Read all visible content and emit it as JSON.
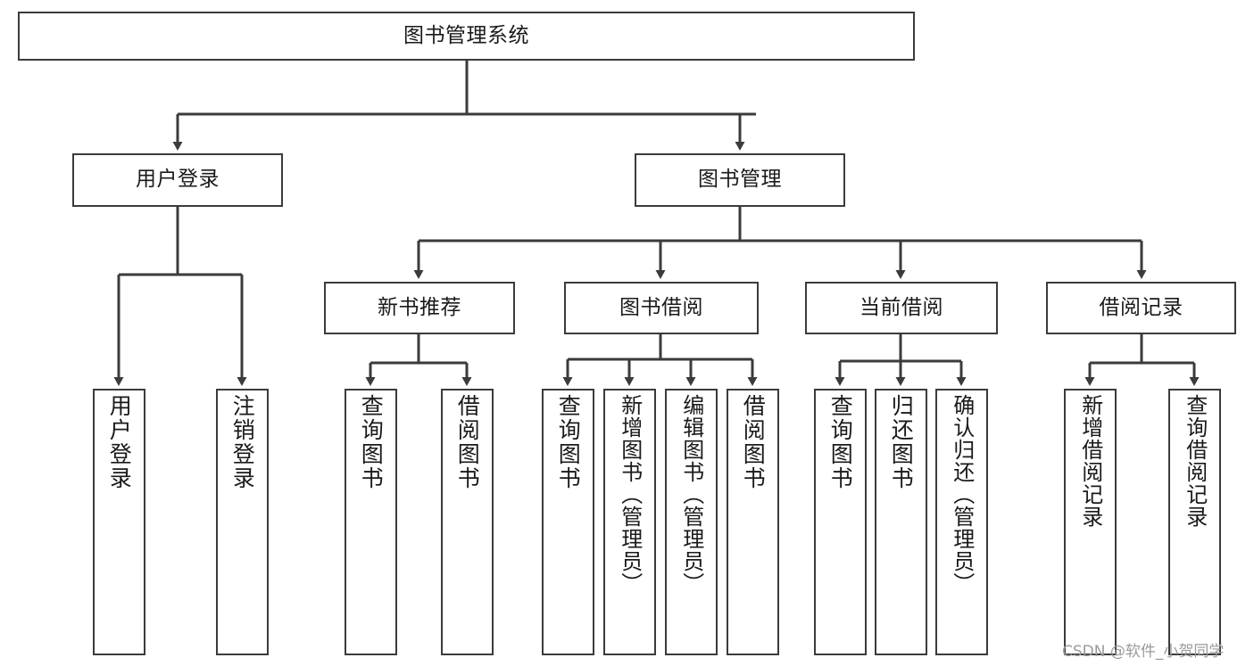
{
  "diagram": {
    "title": "图书管理系统",
    "watermark": "CSDN @软件_小贺同学",
    "stroke_color": "#3b3b3b",
    "background_color": "#ffffff",
    "text_color": "#1a1a1a"
  },
  "nodes": {
    "root": {
      "label": "图书管理系统"
    },
    "level2": [
      {
        "label": "用户登录"
      },
      {
        "label": "图书管理"
      }
    ],
    "level3": [
      {
        "label": "新书推荐"
      },
      {
        "label": "图书借阅"
      },
      {
        "label": "当前借阅"
      },
      {
        "label": "借阅记录"
      }
    ],
    "leaves": {
      "user_login": [
        {
          "label": "用户登录"
        },
        {
          "label": "注销登录"
        }
      ],
      "new_book": [
        {
          "label": "查询图书"
        },
        {
          "label": "借阅图书"
        }
      ],
      "book_borrow": [
        {
          "label": "查询图书"
        },
        {
          "label": "新增图书（管理员）"
        },
        {
          "label": "编辑图书（管理员）"
        },
        {
          "label": "借阅图书"
        }
      ],
      "current_borrow": [
        {
          "label": "查询图书"
        },
        {
          "label": "归还图书"
        },
        {
          "label": "确认归还（管理员）"
        }
      ],
      "borrow_record": [
        {
          "label": "新增借阅记录"
        },
        {
          "label": "查询借阅记录"
        }
      ]
    }
  }
}
